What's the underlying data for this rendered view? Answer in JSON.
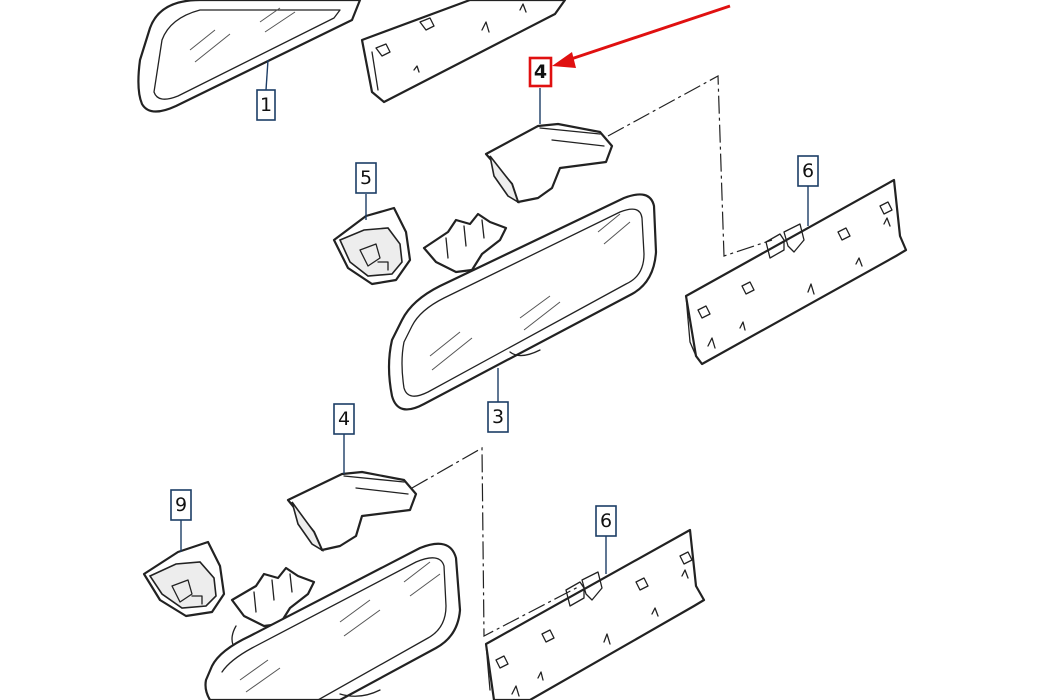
{
  "callouts": {
    "c1": "1",
    "c3": "3",
    "c4_highlighted": "4",
    "c4_lower": "4",
    "c5": "5",
    "c6_upper": "6",
    "c6_lower": "6",
    "c9": "9"
  },
  "colors": {
    "highlight": "#e01010",
    "callout_border": "#1c3d66",
    "line": "#222222"
  }
}
